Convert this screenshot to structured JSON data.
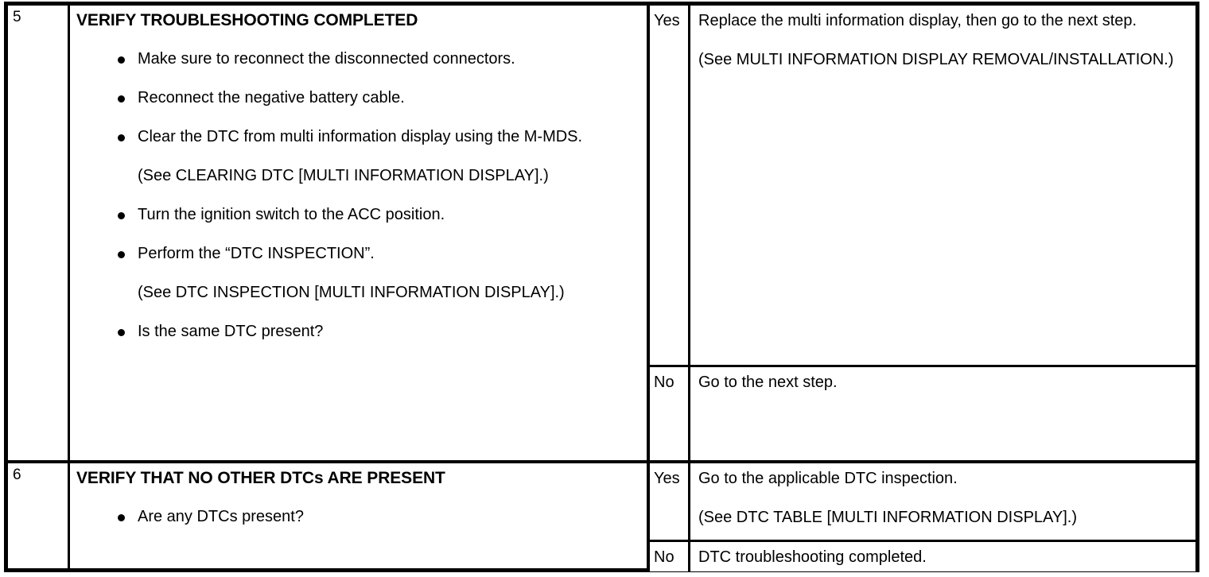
{
  "document": {
    "type": "troubleshooting-chart",
    "columns": [
      "step",
      "inspection",
      "result",
      "action"
    ]
  },
  "steps": [
    {
      "number": "5",
      "title": "VERIFY TROUBLESHOOTING COMPLETED",
      "content": [
        {
          "kind": "bullet",
          "text": "Make sure to reconnect the disconnected connectors."
        },
        {
          "kind": "bullet",
          "text": "Reconnect the negative battery cable."
        },
        {
          "kind": "bullet",
          "text": "Clear the DTC from multi information display using the M-MDS."
        },
        {
          "kind": "note",
          "text": "(See CLEARING DTC [MULTI INFORMATION DISPLAY].)"
        },
        {
          "kind": "bullet",
          "text": "Turn the ignition switch to the ACC position."
        },
        {
          "kind": "bullet",
          "text": "Perform the “DTC INSPECTION”."
        },
        {
          "kind": "note",
          "text": "(See DTC INSPECTION [MULTI INFORMATION DISPLAY].)"
        },
        {
          "kind": "bullet",
          "text": "Is the same DTC present?"
        }
      ],
      "outcomes": [
        {
          "label": "Yes",
          "lines": [
            "Replace the multi information display, then go to the next step.",
            "(See MULTI INFORMATION DISPLAY REMOVAL/INSTALLATION.)"
          ]
        },
        {
          "label": "No",
          "lines": [
            "Go to the next step."
          ]
        }
      ]
    },
    {
      "number": "6",
      "title": "VERIFY THAT NO OTHER DTCs ARE PRESENT",
      "content": [
        {
          "kind": "bullet",
          "text": "Are any DTCs present?"
        }
      ],
      "outcomes": [
        {
          "label": "Yes",
          "lines": [
            "Go to the applicable DTC inspection.",
            "(See DTC TABLE [MULTI INFORMATION DISPLAY].)"
          ]
        },
        {
          "label": "No",
          "lines": [
            "DTC troubleshooting completed."
          ]
        }
      ]
    }
  ],
  "colors": {
    "text": "#000000",
    "background": "#ffffff",
    "rule": "#000000"
  }
}
